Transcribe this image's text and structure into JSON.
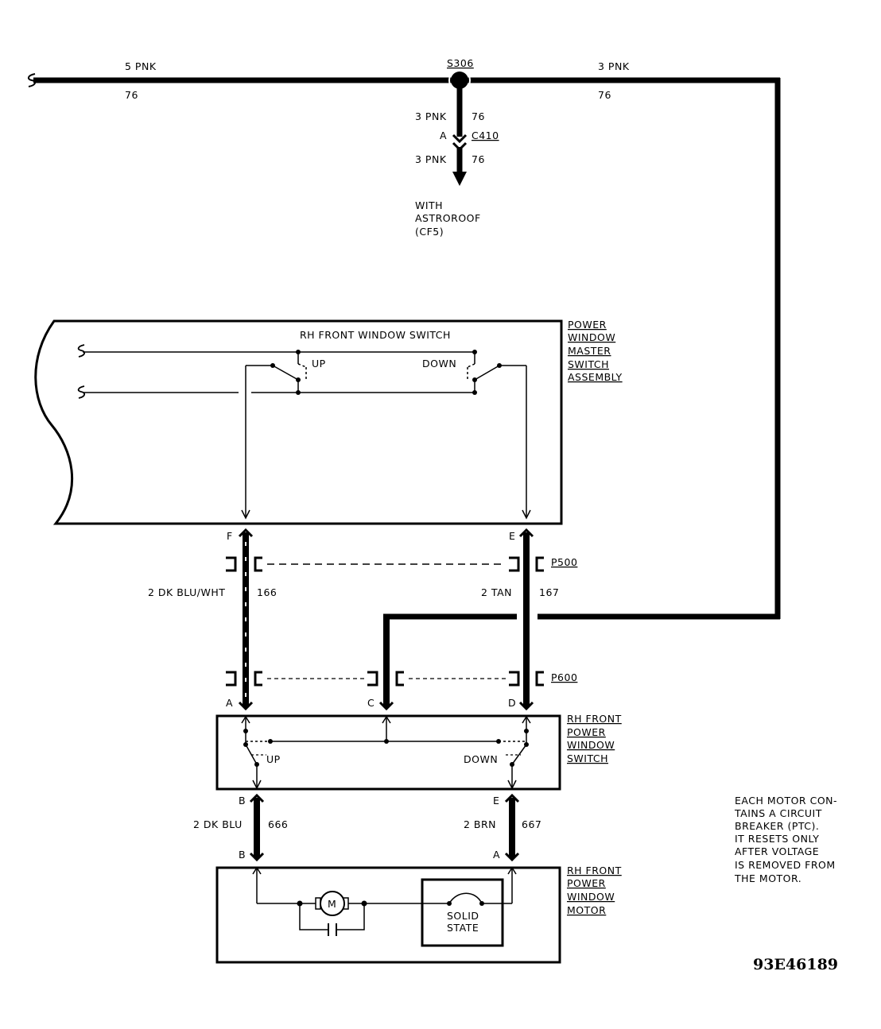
{
  "top": {
    "left_wire": "5 PNK",
    "left_circuit": "76",
    "splice": "S306",
    "right_wire": "3 PNK",
    "right_circuit": "76",
    "down_wire_1": "3 PNK",
    "down_circuit_1": "76",
    "conn_pin": "A",
    "conn_id": "C410",
    "down_wire_2": "3 PNK",
    "down_circuit_2": "76",
    "note_1": "WITH",
    "note_2": "ASTROROOF",
    "note_3": "(CF5)"
  },
  "master": {
    "title": "RH FRONT WINDOW SWITCH",
    "up_label": "UP",
    "down_label": "DOWN",
    "name_1": "POWER",
    "name_2": "WINDOW",
    "name_3": "MASTER",
    "name_4": "SWITCH",
    "name_5": "ASSEMBLY",
    "pin_left": "F",
    "pin_right": "E"
  },
  "harness": {
    "p500": "P500",
    "p600": "P600",
    "left_wire": "2 DK BLU/WHT",
    "left_circuit": "166",
    "right_wire": "2 TAN",
    "right_circuit": "167"
  },
  "rh_switch": {
    "pin_a": "A",
    "pin_c": "C",
    "pin_d": "D",
    "up_label": "UP",
    "down_label": "DOWN",
    "name_1": "RH FRONT",
    "name_2": "POWER",
    "name_3": "WINDOW",
    "name_4": "SWITCH",
    "pin_b_out": "B",
    "pin_e_out": "E"
  },
  "motor_wires": {
    "left_wire": "2 DK BLU",
    "left_circuit": "666",
    "right_wire": "2 BRN",
    "right_circuit": "667",
    "pin_b": "B",
    "pin_a": "A"
  },
  "motor": {
    "symbol": "M",
    "solid_1": "SOLID",
    "solid_2": "STATE",
    "name_1": "RH FRONT",
    "name_2": "POWER",
    "name_3": "WINDOW",
    "name_4": "MOTOR"
  },
  "note": {
    "line_1": "EACH MOTOR CON-",
    "line_2": "TAINS A CIRCUIT",
    "line_3": "BREAKER (PTC).",
    "line_4": "IT RESETS ONLY",
    "line_5": "AFTER VOLTAGE",
    "line_6": "IS REMOVED FROM",
    "line_7": "THE MOTOR."
  },
  "figure_id": "93E46189"
}
